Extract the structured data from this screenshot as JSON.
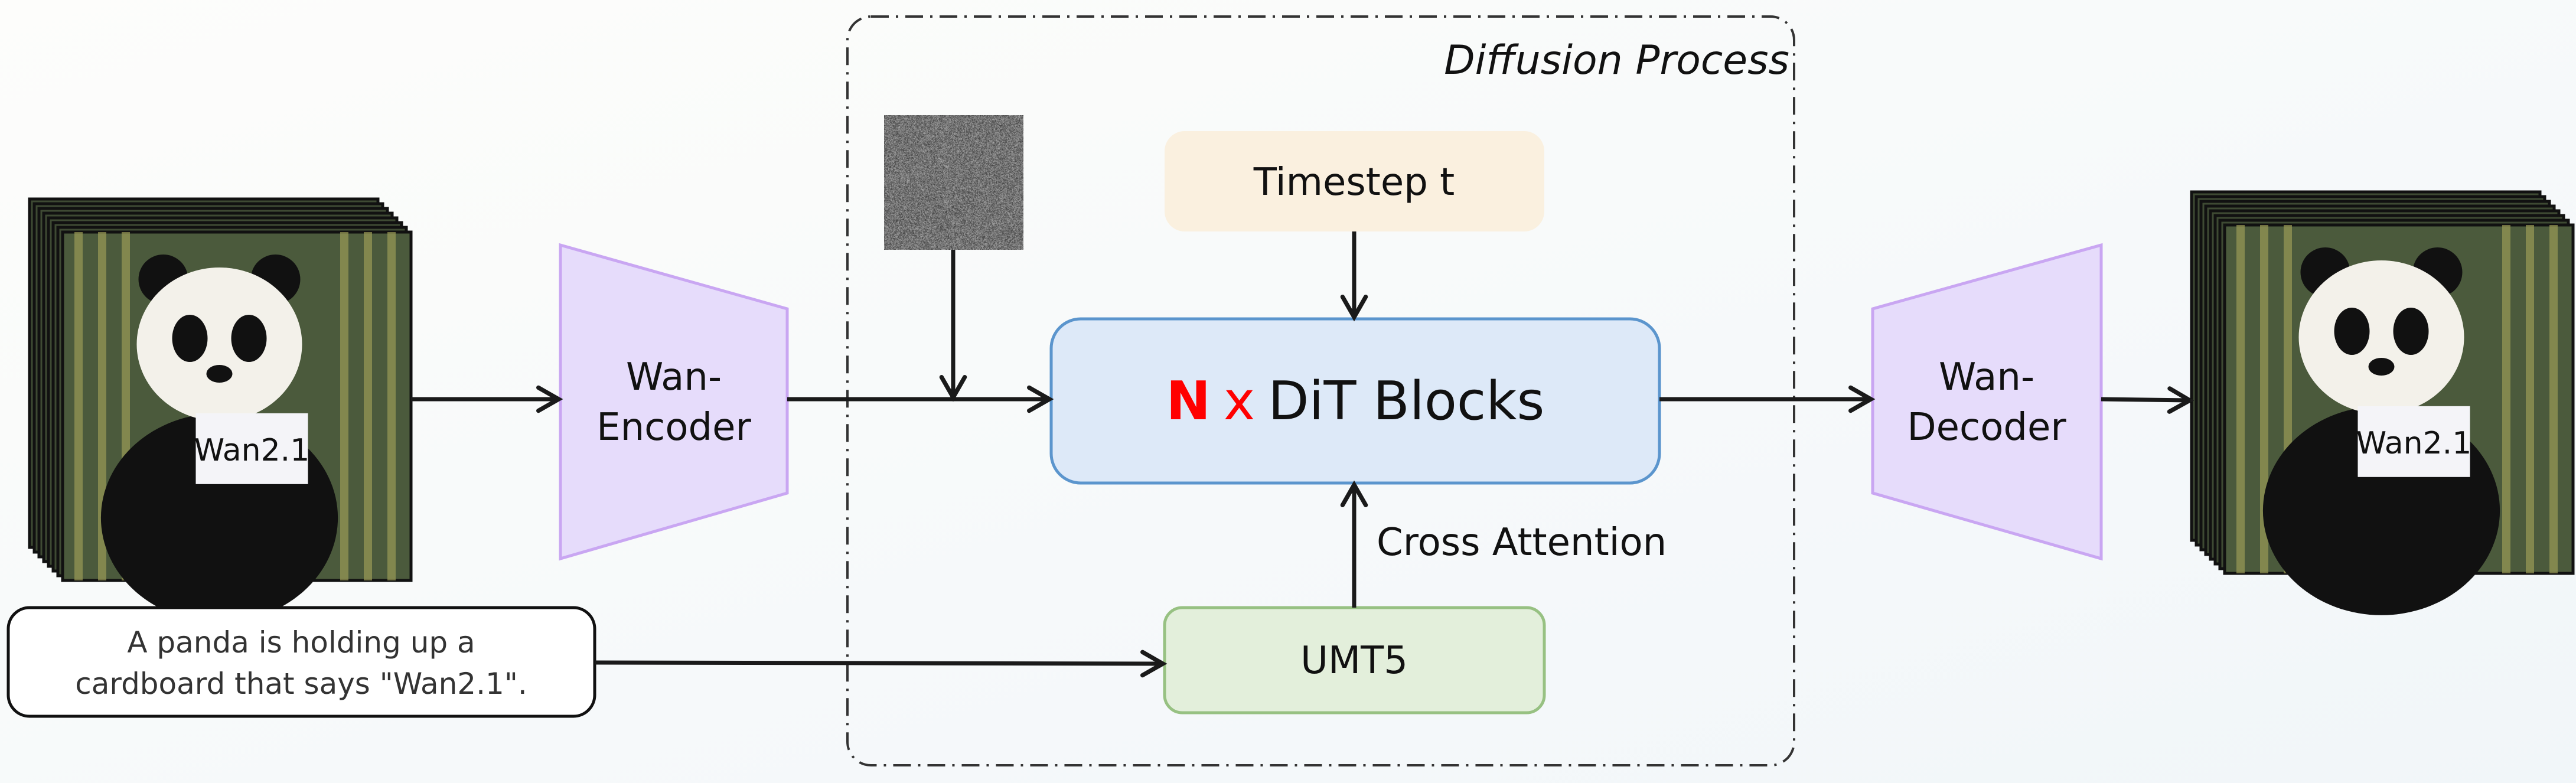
{
  "diagram": {
    "group_label": "Diffusion Process",
    "input_caption": [
      "A panda is holding up a",
      "cardboard that says \"Wan2.1\"."
    ],
    "encoder_label": [
      "Wan-",
      "Encoder"
    ],
    "decoder_label": [
      "Wan-",
      "Decoder"
    ],
    "timestep_label": "Timestep t",
    "dit_label": {
      "count": "N",
      "times": "x",
      "name": "DiT Blocks"
    },
    "cross_attention_label": "Cross Attention",
    "text_encoder_label": "UMT5",
    "image_sign_text": "Wan2.1"
  },
  "colors": {
    "encoder_fill": "#e6dcfb",
    "encoder_stroke": "#c9a6f2",
    "timestep_fill": "#faf0df",
    "dit_fill": "#dde9f8",
    "dit_stroke": "#5b95cd",
    "umt5_fill": "#e3efdb",
    "umt5_stroke": "#97c182",
    "accent_red": "#ff0000"
  }
}
